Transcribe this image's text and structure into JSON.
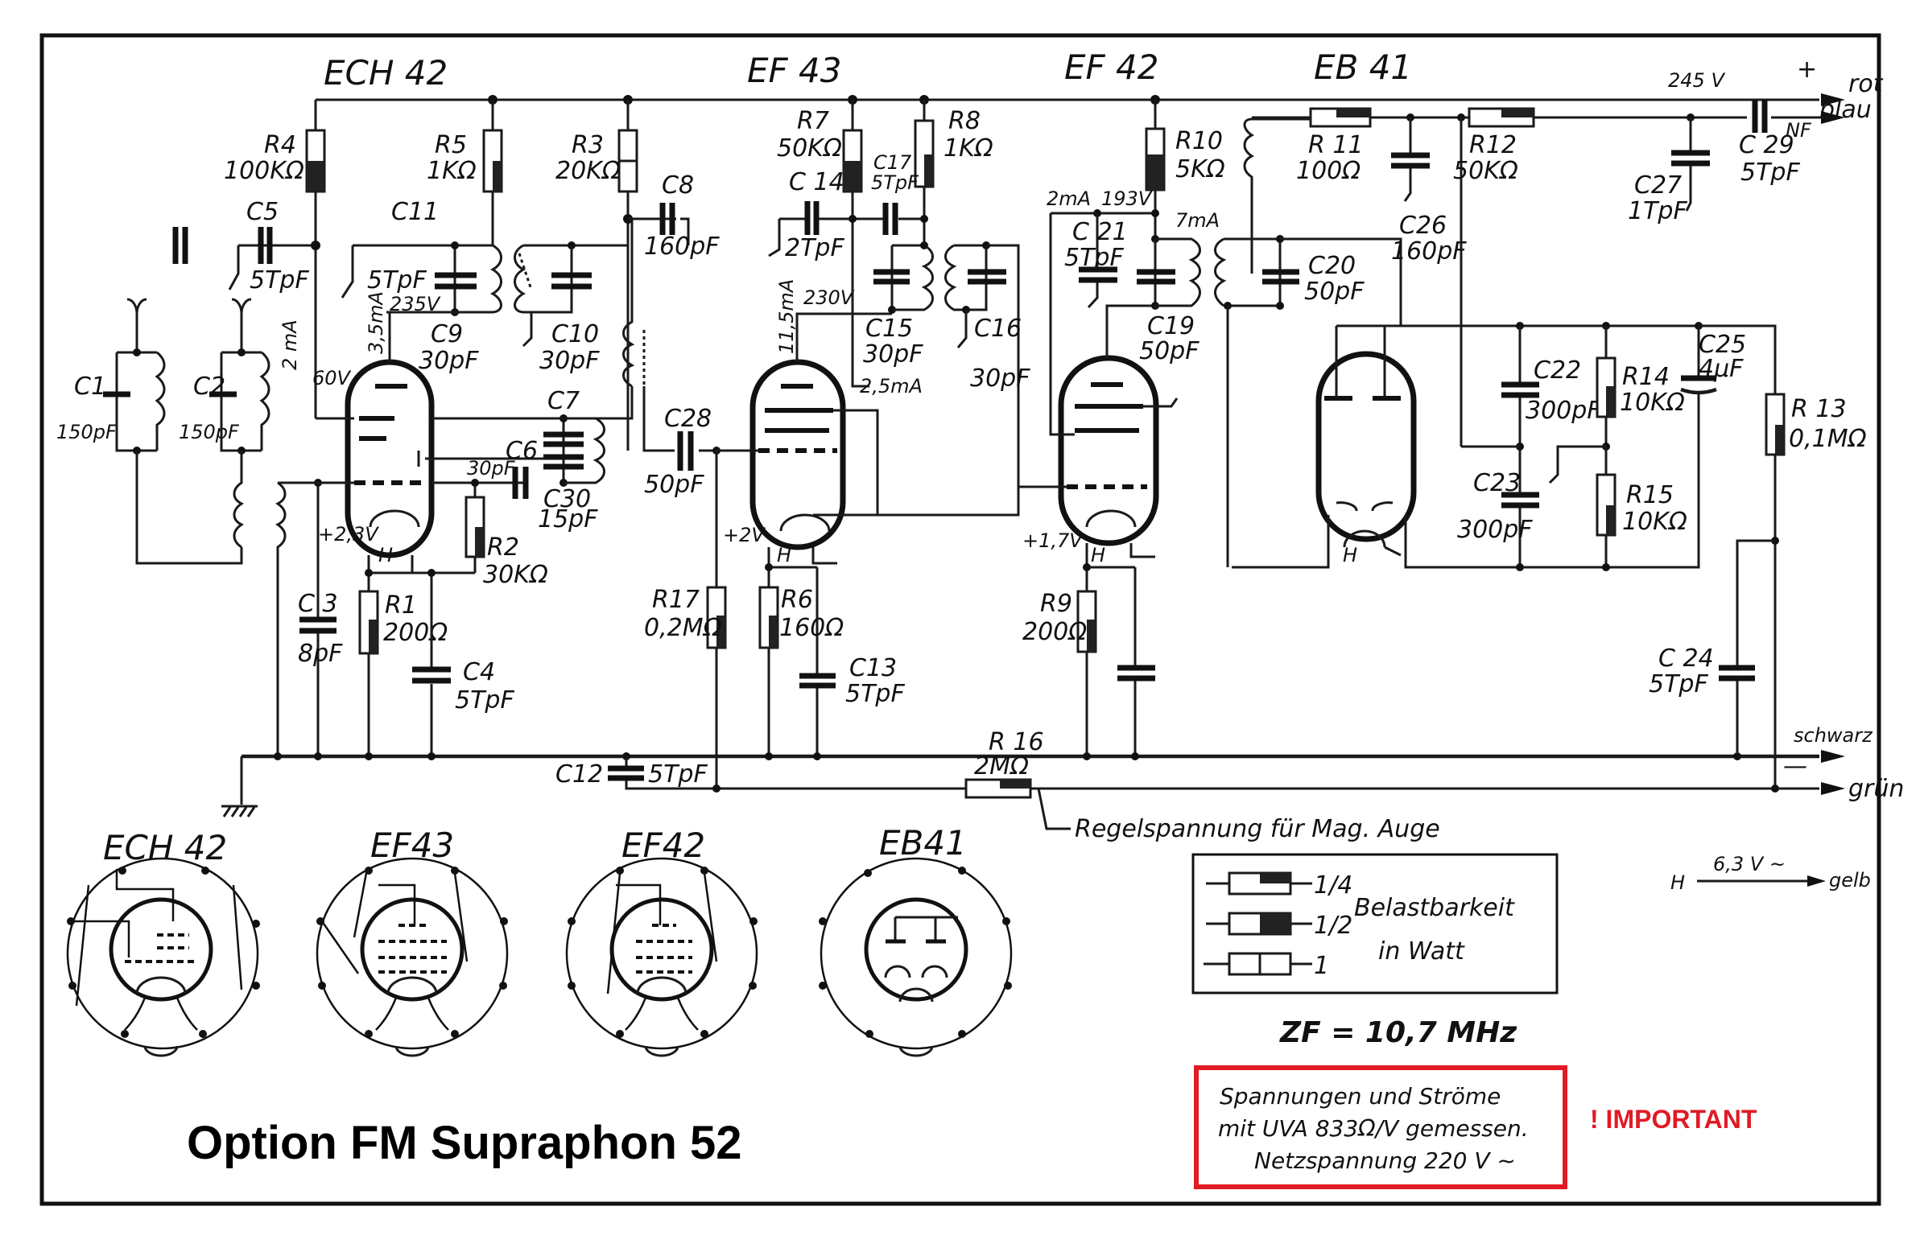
{
  "title": "Option FM  Supraphon  52",
  "important_label": "! IMPORTANT",
  "colors": {
    "accent_red": "#e01b24",
    "ink": "#111111",
    "paper": "#ffffff"
  },
  "tubes": {
    "ech42": "ECH 42",
    "ef43": "EF 43",
    "ef42": "EF 42",
    "eb41": "EB 41"
  },
  "pinouts": [
    "ECH 42",
    "EF43",
    "EF42",
    "EB41"
  ],
  "supply": {
    "voltage": "245 V",
    "plus": "+",
    "minus": "—",
    "rot": "rot",
    "blau": "blau",
    "nf": "NF",
    "schwarz": "schwarz",
    "gruen": "grün",
    "heater_h": "H",
    "heater_voltage": "6,3 V ~",
    "gelb": "gelb"
  },
  "resistors": [
    {
      "id": "R4",
      "value": "100KΩ"
    },
    {
      "id": "R5",
      "value": "1KΩ"
    },
    {
      "id": "R3",
      "value": "20KΩ"
    },
    {
      "id": "R7",
      "value": "50KΩ"
    },
    {
      "id": "R8",
      "value": "1KΩ"
    },
    {
      "id": "R10",
      "value": "5KΩ"
    },
    {
      "id": "R11",
      "value": "100Ω"
    },
    {
      "id": "R12",
      "value": "50KΩ"
    },
    {
      "id": "R1",
      "value": "200Ω"
    },
    {
      "id": "R2",
      "value": "30KΩ"
    },
    {
      "id": "R17",
      "value": "0,2MΩ"
    },
    {
      "id": "R6",
      "value": "160Ω"
    },
    {
      "id": "R9",
      "value": "200Ω"
    },
    {
      "id": "R14",
      "value": "10KΩ"
    },
    {
      "id": "R15",
      "value": "10KΩ"
    },
    {
      "id": "R13",
      "value": "0,1MΩ"
    },
    {
      "id": "R16",
      "value": "2MΩ"
    }
  ],
  "capacitors": [
    {
      "id": "C1",
      "value": "150pF"
    },
    {
      "id": "C2",
      "value": "150pF"
    },
    {
      "id": "C5",
      "value": "5TpF"
    },
    {
      "id": "C11",
      "value": "5TpF"
    },
    {
      "id": "C9",
      "value": "30pF"
    },
    {
      "id": "C10",
      "value": "30pF"
    },
    {
      "id": "C8",
      "value": "160pF"
    },
    {
      "id": "C7",
      "value": ""
    },
    {
      "id": "C6",
      "value": "30pF"
    },
    {
      "id": "C30",
      "value": "15pF"
    },
    {
      "id": "C28",
      "value": "50pF"
    },
    {
      "id": "C14",
      "value": "2TpF"
    },
    {
      "id": "C17",
      "value": "5TpF"
    },
    {
      "id": "C15",
      "value": "30pF"
    },
    {
      "id": "C16",
      "value": "30pF"
    },
    {
      "id": "C21",
      "value": "5TpF"
    },
    {
      "id": "C19",
      "value": "50pF"
    },
    {
      "id": "C20",
      "value": "50pF"
    },
    {
      "id": "C26",
      "value": "160pF"
    },
    {
      "id": "C27",
      "value": "1TpF"
    },
    {
      "id": "C29",
      "value": "5TpF"
    },
    {
      "id": "C22",
      "value": "300pF"
    },
    {
      "id": "C23",
      "value": "300pF"
    },
    {
      "id": "C25",
      "value": "4μF"
    },
    {
      "id": "C3",
      "value": "8pF"
    },
    {
      "id": "C4",
      "value": "5TpF"
    },
    {
      "id": "C13",
      "value": "5TpF"
    },
    {
      "id": "C12",
      "value": "5TpF"
    },
    {
      "id": "C24",
      "value": "5TpF"
    }
  ],
  "measurements": {
    "ech42_current": "2 mA",
    "ech42_screen": "60V",
    "ech42_anode_current": "3,5mA",
    "ech42_anode_voltage": "235V",
    "ech42_cathode": "+2,3V",
    "ef43_anode_current": "11,5mA",
    "ef43_anode_voltage": "230V",
    "ef43_screen_current": "2,5mA",
    "ef43_cathode": "+2V",
    "ef42_screen_current": "2mA",
    "ef42_anode_voltage": "193V",
    "ef42_anode_current": "7mA",
    "ef42_cathode": "+1,7V",
    "heater_label": "H"
  },
  "annotations": {
    "regelspannung": "Regelspannung für Mag. Auge"
  },
  "legend": {
    "title_line1": "Belastbarkeit",
    "title_line2": "in Watt",
    "items": [
      "1/4",
      "1/2",
      "1"
    ],
    "fill_fractions": [
      0.4,
      0.5,
      0.0
    ]
  },
  "zf": "ZF = 10,7 MHz",
  "note": {
    "line1": "Spannungen und Ströme",
    "line2": "mit UVA 833Ω/V gemessen.",
    "line3": "Netzspannung  220 V ~"
  }
}
